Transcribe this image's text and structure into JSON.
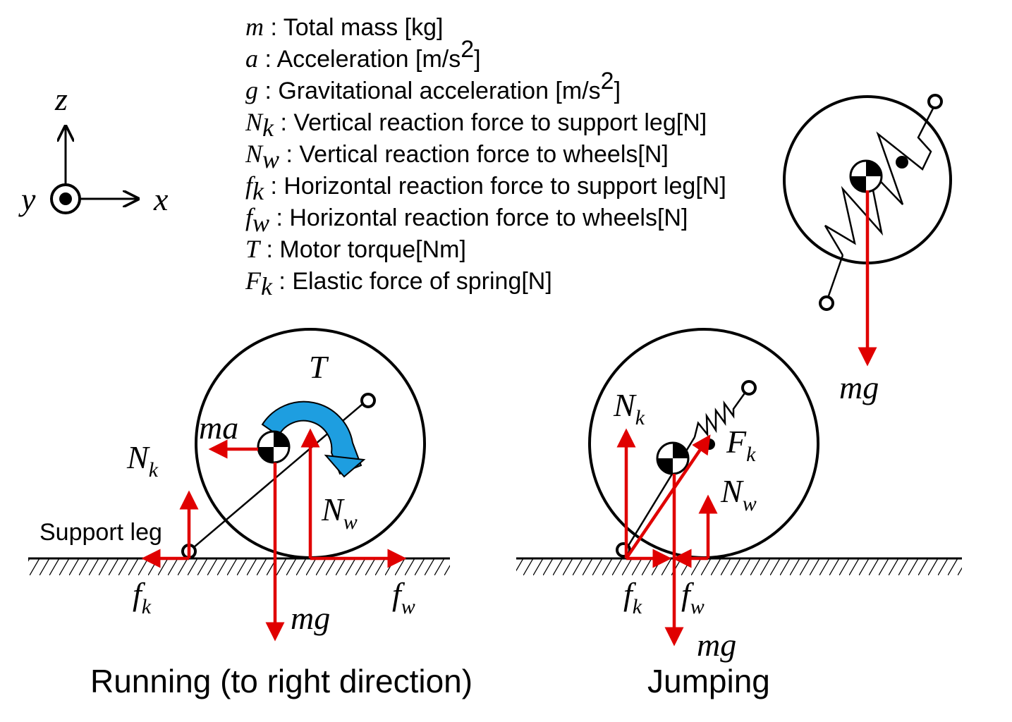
{
  "legend": [
    {
      "symbol": "m",
      "sub": "",
      "desc": "Total mass [kg]",
      "sup": ""
    },
    {
      "symbol": "a",
      "sub": "",
      "desc": "Acceleration [m/s",
      "sup": "2",
      "tail": "]"
    },
    {
      "symbol": "g",
      "sub": "",
      "desc": "Gravitational acceleration [m/s",
      "sup": "2",
      "tail": "]"
    },
    {
      "symbol": "N",
      "sub": "k",
      "desc": "Vertical reaction force to support leg[N]",
      "sup": ""
    },
    {
      "symbol": "N",
      "sub": "w",
      "desc": "Vertical reaction force to wheels[N]",
      "sup": ""
    },
    {
      "symbol": "f",
      "sub": "k",
      "desc": "Horizontal reaction force to support leg[N]",
      "sup": ""
    },
    {
      "symbol": "f",
      "sub": "w",
      "desc": " Horizontal reaction force to wheels[N]",
      "sup": ""
    },
    {
      "symbol": "T",
      "sub": "",
      "desc": "Motor torque[Nm]",
      "sup": ""
    },
    {
      "symbol": "F",
      "sub": "k",
      "desc": "Elastic force of spring[N]",
      "sup": ""
    }
  ],
  "axes": {
    "z": "z",
    "x": "x",
    "y": "y"
  },
  "running": {
    "caption": "Running (to right direction)",
    "support_leg": "Support leg",
    "T": "T",
    "ma": "ma",
    "Nk_main": "N",
    "Nk_sub": "k",
    "Nw_main": "N",
    "Nw_sub": "w",
    "fk_main": "f",
    "fk_sub": "k",
    "fw_main": "f",
    "fw_sub": "w",
    "mg": "mg"
  },
  "jumping": {
    "caption": "Jumping",
    "Nk_main": "N",
    "Nk_sub": "k",
    "Fk_main": "F",
    "Fk_sub": "k",
    "Nw_main": "N",
    "Nw_sub": "w",
    "fk_main": "f",
    "fk_sub": "k",
    "fw_main": "f",
    "fw_sub": "w",
    "mg": "mg"
  },
  "airborne": {
    "mg": "mg"
  },
  "colors": {
    "force": "#e00000",
    "torque": "#1e9ee0",
    "line": "#000000"
  }
}
